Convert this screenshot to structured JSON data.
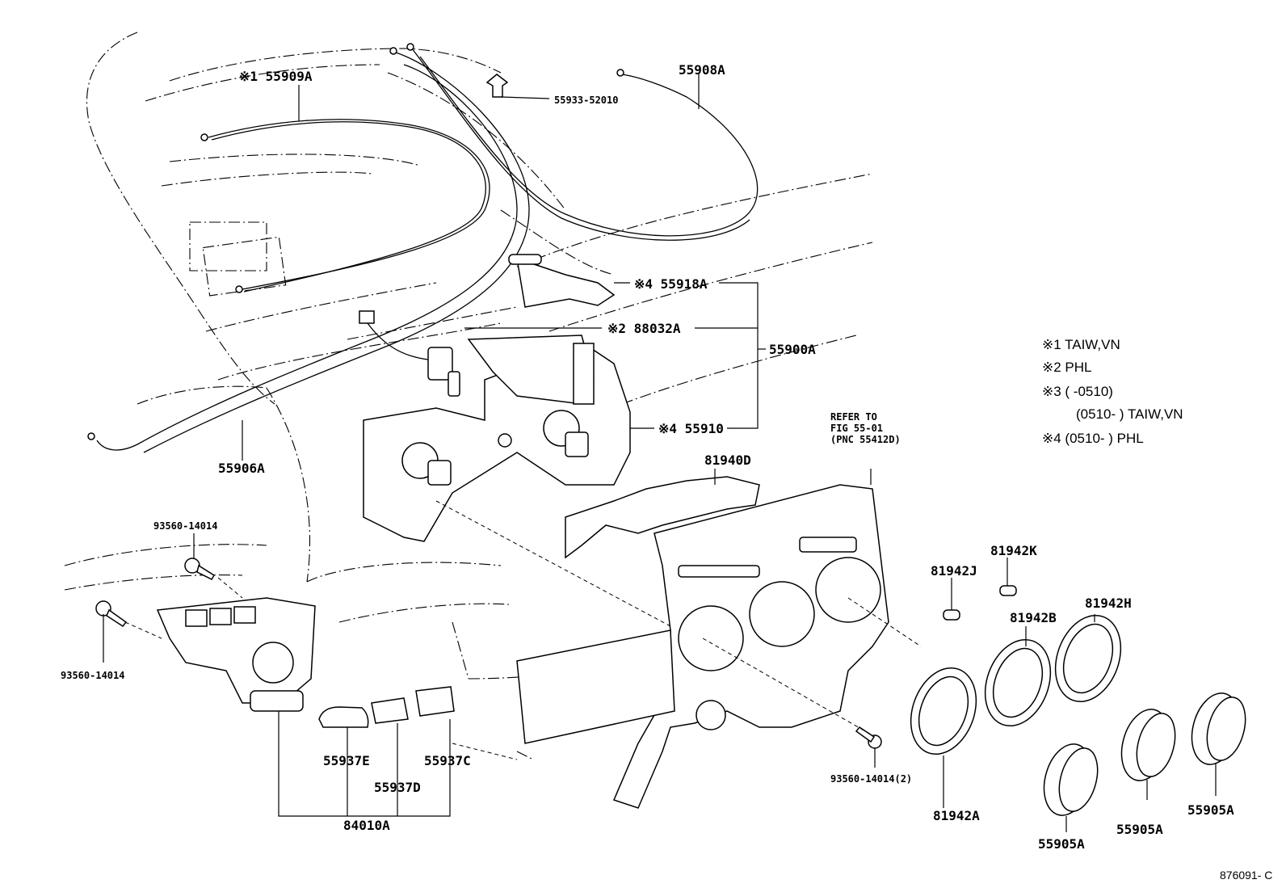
{
  "labels": {
    "p55909a": "※1 55909A",
    "p55933": "55933-52010",
    "p55908a": "55908A",
    "p55918a": "※4 55918A",
    "p88032a": "※2 88032A",
    "p55900a": "55900A",
    "p55910": "※4 55910",
    "p55906a": "55906A",
    "p93560_top": "93560-14014",
    "p93560_left": "93560-14014",
    "p81940d": "81940D",
    "p81942j": "81942J",
    "p81942k": "81942K",
    "p81942b": "81942B",
    "p81942h": "81942H",
    "p55937e": "55937E",
    "p55937c": "55937C",
    "p55937d": "55937D",
    "p84010a": "84010A",
    "p93560_2": "93560-14014(2)",
    "p81942a": "81942A",
    "p55905a_1": "55905A",
    "p55905a_2": "55905A",
    "p55905a_3": "55905A",
    "refer_1": "REFER TO",
    "refer_2": "FIG 55-01",
    "refer_3": "(PNC 55412D)",
    "figure_id": "876091- C"
  },
  "notes": [
    "※1 TAIW,VN",
    "※2 PHL",
    "※3 (       -0510)",
    "(0510-       ) TAIW,VN",
    "※4 (0510-       ) PHL"
  ]
}
